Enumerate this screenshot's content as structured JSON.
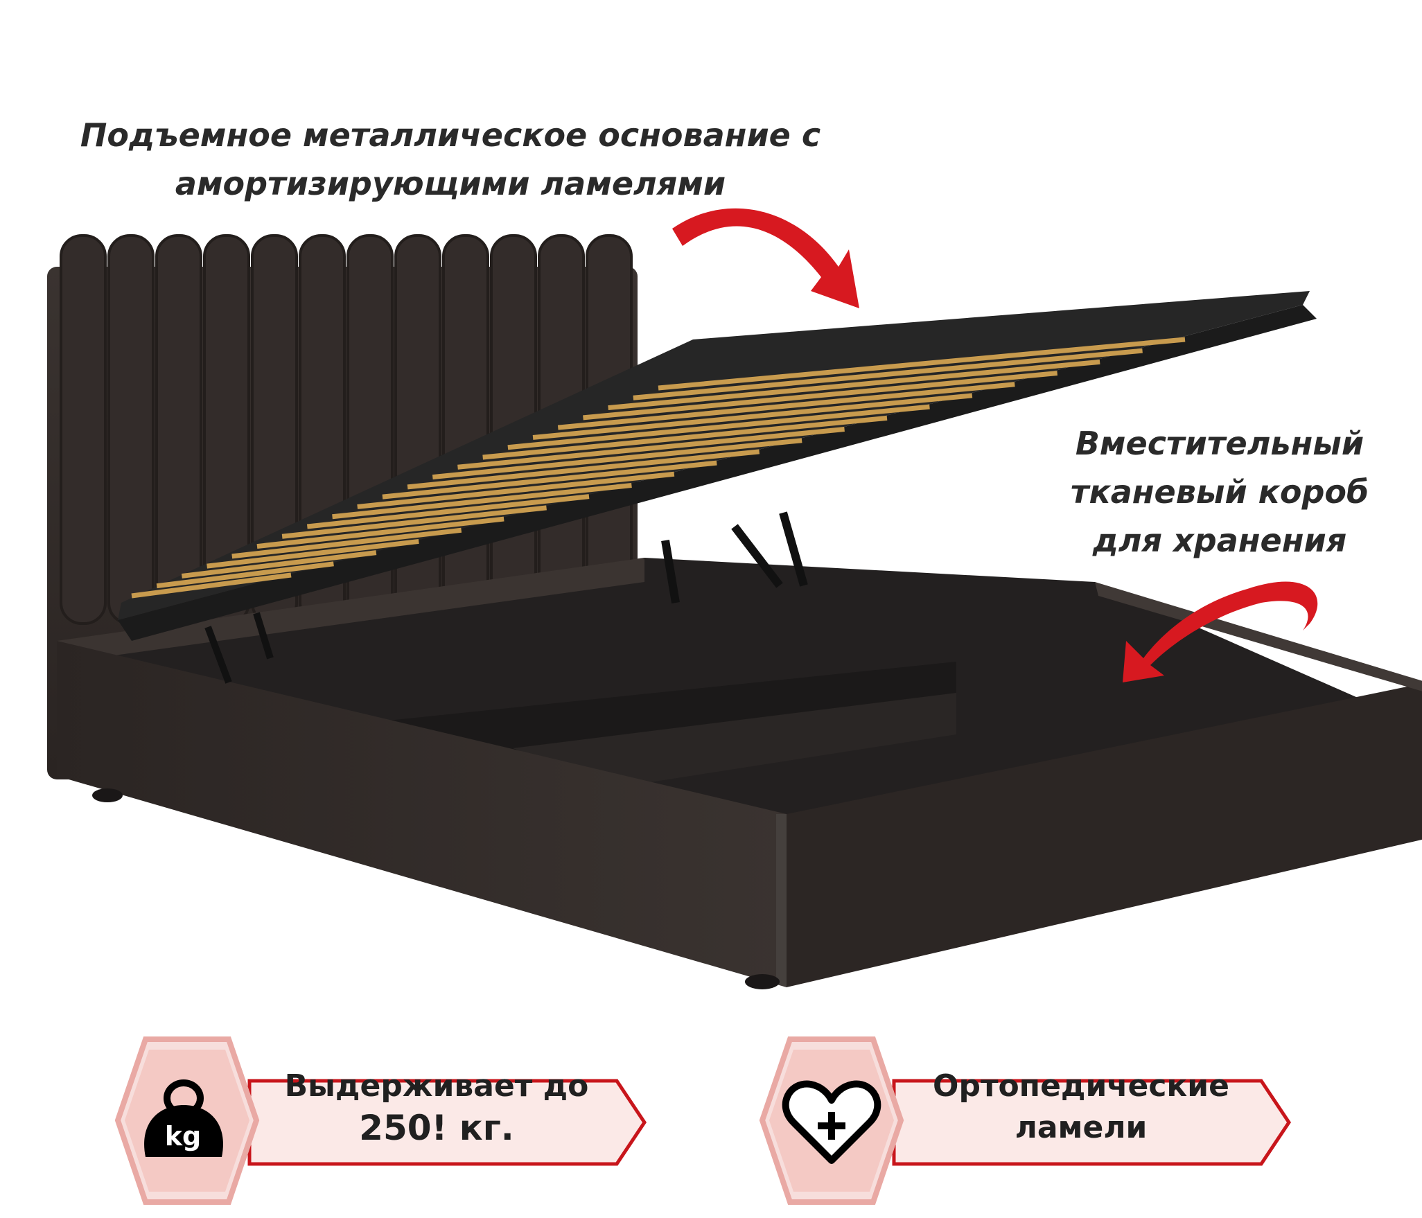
{
  "captions": {
    "lift_base": [
      "Подъемное металлическое основание с",
      "амортизирующими ламелями"
    ],
    "storage_box": [
      "Вместительный",
      "тканевый короб",
      "для хранения"
    ]
  },
  "badges": {
    "weight": {
      "icon": "kettlebell-icon",
      "icon_label": "kg",
      "line1": "Выдерживает до",
      "line2": "250! кг."
    },
    "ortho": {
      "icon": "heart-plus-icon",
      "line1": "Ортопедические",
      "line2": "ламели"
    }
  },
  "colors": {
    "arrow_red": "#d71920",
    "fabric": "#2f2927",
    "badge_outline_light": "#e9a9a4",
    "badge_outline_dark": "#c8151b",
    "slat_wood": "#c89b4e",
    "metal_frame": "#1b1b1b"
  }
}
